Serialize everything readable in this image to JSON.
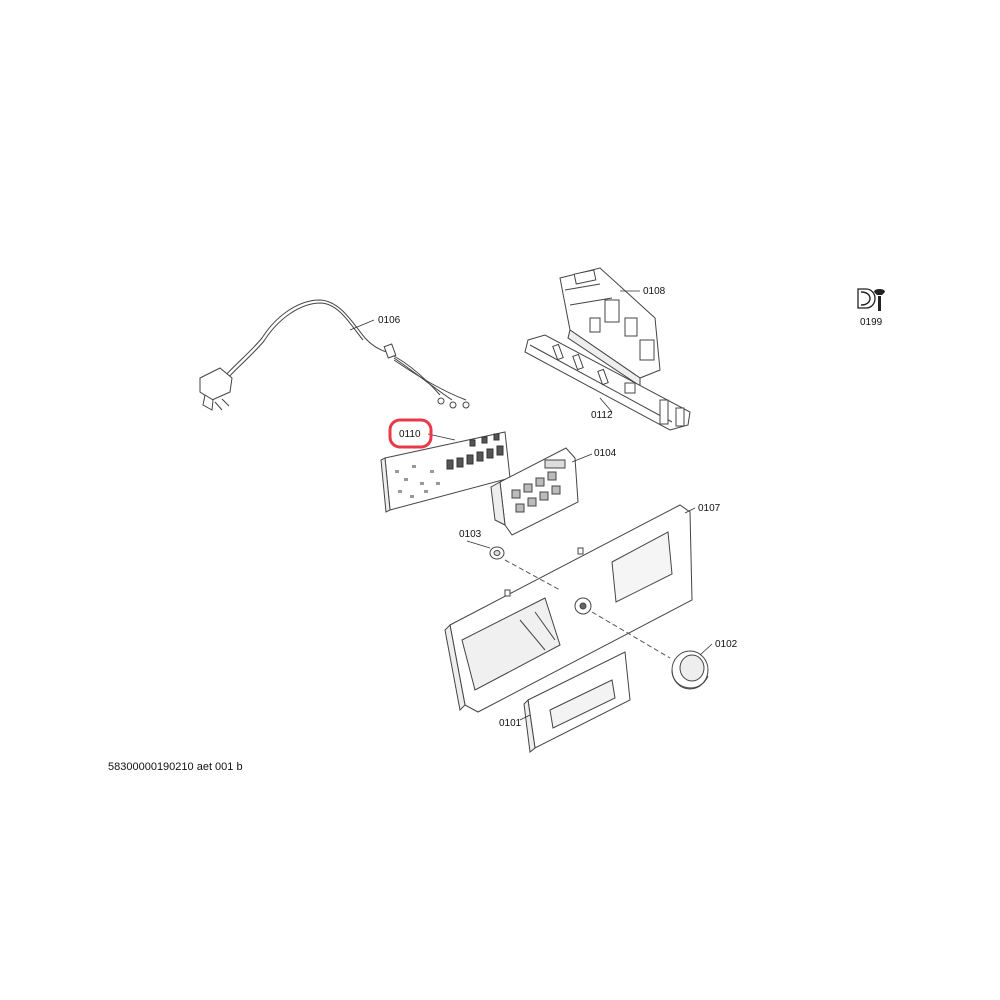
{
  "highlight_color": "#e8384a",
  "line_color": "#333333",
  "parts": [
    {
      "id": "p0101",
      "label": "0101"
    },
    {
      "id": "p0102",
      "label": "0102"
    },
    {
      "id": "p0103",
      "label": "0103"
    },
    {
      "id": "p0104",
      "label": "0104"
    },
    {
      "id": "p0106",
      "label": "0106"
    },
    {
      "id": "p0107",
      "label": "0107"
    },
    {
      "id": "p0108",
      "label": "0108"
    },
    {
      "id": "p0110",
      "label": "0110",
      "highlighted": true
    },
    {
      "id": "p0112",
      "label": "0112"
    },
    {
      "id": "p0199",
      "label": "0199"
    }
  ],
  "service_icon": "wrench-icon",
  "footer": {
    "code": "58300000190210 aet 001 b"
  }
}
